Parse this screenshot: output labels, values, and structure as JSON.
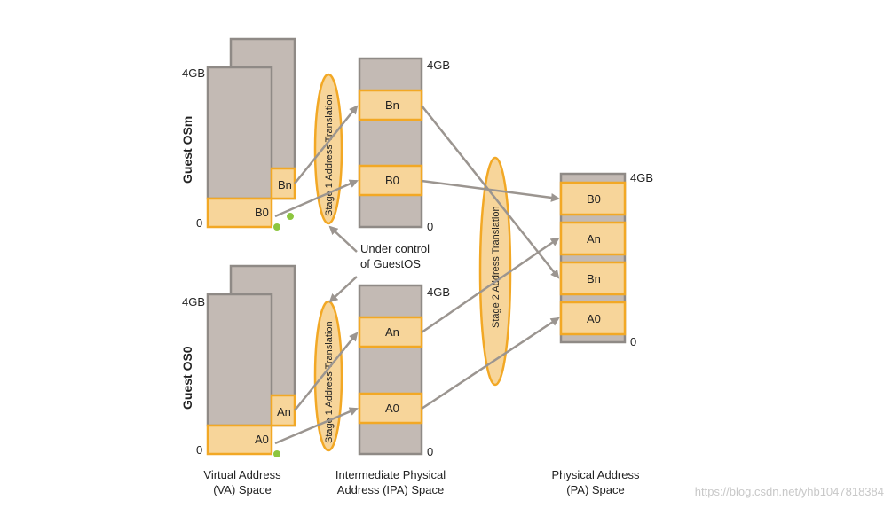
{
  "labels": {
    "four_gb": "4GB",
    "zero": "0",
    "b0": "B0",
    "bn": "Bn",
    "a0": "A0",
    "an": "An",
    "guest_os_m": "Guest OSm",
    "guest_os_0": "Guest OS0",
    "stage1": "Stage 1 Address Translation",
    "stage2": "Stage 2 Address Translation",
    "under_control_1": "Under control",
    "under_control_2": "of GuestOS",
    "va_1": "Virtual Address",
    "va_2": "(VA) Space",
    "ipa_1": "Intermediate Physical",
    "ipa_2": "Address (IPA) Space",
    "pa_1": "Physical Address",
    "pa_2": "(PA) Space",
    "watermark": "https://blog.csdn.net/yhb1047818384"
  },
  "colors": {
    "gray_box": "#c3bab4",
    "orange_fill": "#f7d59a",
    "orange_stroke": "#f2a825",
    "arrow": "#9b9590",
    "dot": "#8dc63f"
  }
}
